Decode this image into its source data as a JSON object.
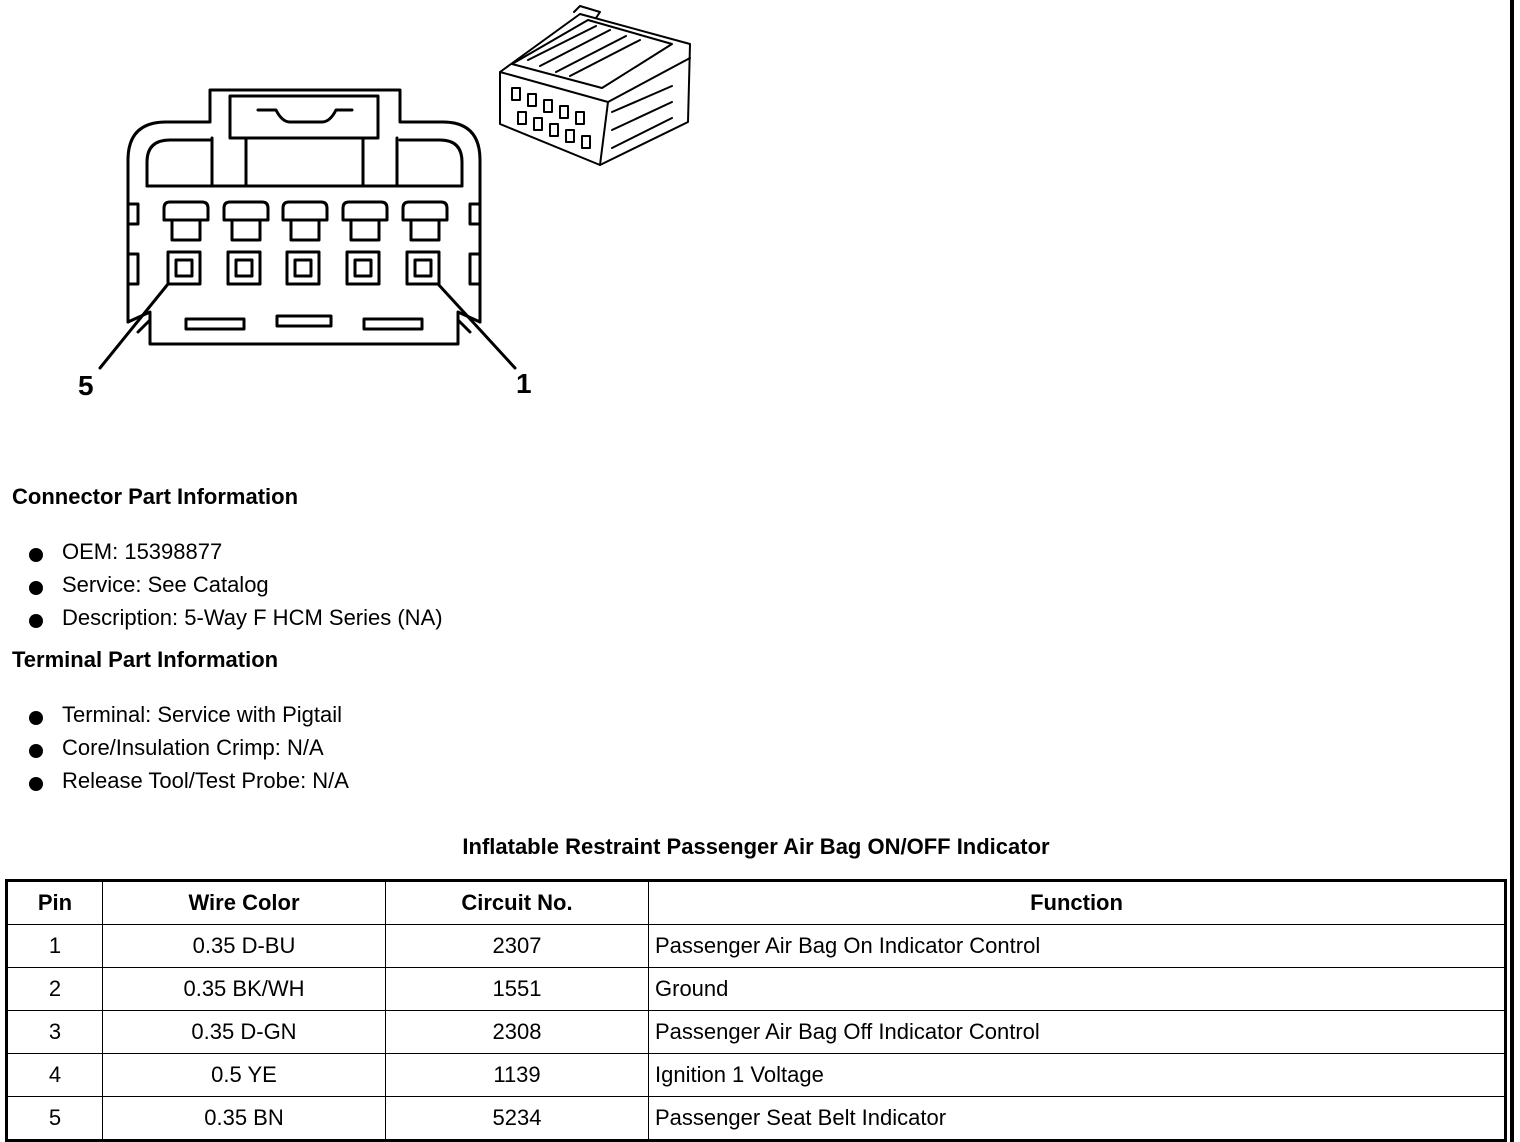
{
  "diagram": {
    "pin_labels": {
      "left": "5",
      "right": "1"
    }
  },
  "connector_info": {
    "heading": "Connector Part Information",
    "items": [
      "OEM: 15398877",
      "Service: See Catalog",
      "Description: 5-Way F HCM Series (NA)"
    ]
  },
  "terminal_info": {
    "heading": "Terminal Part Information",
    "items": [
      "Terminal: Service with Pigtail",
      "Core/Insulation Crimp: N/A",
      "Release Tool/Test Probe: N/A"
    ]
  },
  "pin_table": {
    "title": "Inflatable Restraint Passenger Air Bag ON/OFF Indicator",
    "headers": [
      "Pin",
      "Wire Color",
      "Circuit No.",
      "Function"
    ],
    "rows": [
      [
        "1",
        "0.35 D-BU",
        "2307",
        "Passenger Air Bag On Indicator Control"
      ],
      [
        "2",
        "0.35 BK/WH",
        "1551",
        "Ground"
      ],
      [
        "3",
        "0.35 D-GN",
        "2308",
        "Passenger Air Bag Off Indicator Control"
      ],
      [
        "4",
        "0.5 YE",
        "1139",
        "Ignition 1 Voltage"
      ],
      [
        "5",
        "0.35 BN",
        "5234",
        "Passenger Seat Belt Indicator"
      ]
    ]
  }
}
